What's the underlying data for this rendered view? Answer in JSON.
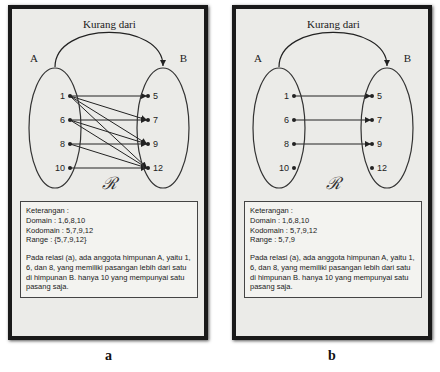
{
  "diagram": {
    "nodes": [
      {
        "text": [
          "A"
        ]
      },
      {
        "text": [
          "1"
        ],
        "in": 0
      },
      {
        "text": [
          "6"
        ],
        "in": 0
      },
      {
        "text": [
          "8"
        ],
        "in": 0
      },
      {
        "text": [
          "10"
        ],
        "in": 0
      },
      {
        "text": [
          "B"
        ]
      },
      {
        "text": [
          "5"
        ],
        "in": 5
      },
      {
        "text": [
          "7"
        ],
        "in": 5
      },
      {
        "text": [
          "9"
        ],
        "in": 5
      },
      {
        "text": [
          "12"
        ],
        "in": 5
      },
      {
        "text": [
          "Keterangan :",
          "Domain : 1,6,8,10",
          "Kodomain : 5,7,9,12",
          "Range : {5,7,9,12}",
          "Pada relasi (a), ada anggota himpunan A, yaitu 1, 6, dan 8, yang memiliki pasangan lebih dari satu di himpunan B. hanya 10 yang mempunyai satu pasang saja."
        ]
      },
      {
        "text": [
          "A"
        ]
      },
      {
        "text": [
          "1"
        ],
        "in": 11
      },
      {
        "text": [
          "6"
        ],
        "in": 11
      },
      {
        "text": [
          "8"
        ],
        "in": 11
      },
      {
        "text": [
          "10"
        ],
        "in": 11
      },
      {
        "text": [
          "B"
        ]
      },
      {
        "text": [
          "5"
        ],
        "in": 16
      },
      {
        "text": [
          "7"
        ],
        "in": 16
      },
      {
        "text": [
          "9"
        ],
        "in": 16
      },
      {
        "text": [
          "12"
        ],
        "in": 16
      },
      {
        "text": [
          "Keterangan :",
          "Domain : 1,6,8,10",
          "Kodomain : 5,7,9,12",
          "Range : 5,7,9",
          "Pada relasi (a), ada anggota himpunan A, yaitu 1, 6, dan 8, yang memiliki pasangan lebih dari satu di himpunan B. hanya 10 yang mempunyai satu pasang saja."
        ]
      }
    ],
    "edges": [
      {
        "from": 0,
        "to": 5,
        "label": "Kurang dari",
        "arrow": "to"
      },
      {
        "from": 1,
        "to": 6,
        "arrow": "to"
      },
      {
        "from": 1,
        "to": 7,
        "arrow": "to"
      },
      {
        "from": 1,
        "to": 8,
        "arrow": "to"
      },
      {
        "from": 1,
        "to": 9,
        "arrow": "to"
      },
      {
        "from": 2,
        "to": 7,
        "arrow": "to"
      },
      {
        "from": 2,
        "to": 8,
        "arrow": "to"
      },
      {
        "from": 2,
        "to": 9,
        "arrow": "to"
      },
      {
        "from": 3,
        "to": 8,
        "arrow": "to"
      },
      {
        "from": 3,
        "to": 9,
        "arrow": "to"
      },
      {
        "from": 4,
        "to": 9,
        "arrow": "to"
      },
      {
        "from": 11,
        "to": 16,
        "label": "Kurang dari",
        "arrow": "to"
      },
      {
        "from": 12,
        "to": 17,
        "arrow": "to"
      },
      {
        "from": 13,
        "to": 18,
        "arrow": "to"
      },
      {
        "from": 14,
        "to": 19,
        "arrow": "to"
      }
    ],
    "labels": [
      "ℛ",
      "ℛ",
      "a",
      "b"
    ]
  }
}
